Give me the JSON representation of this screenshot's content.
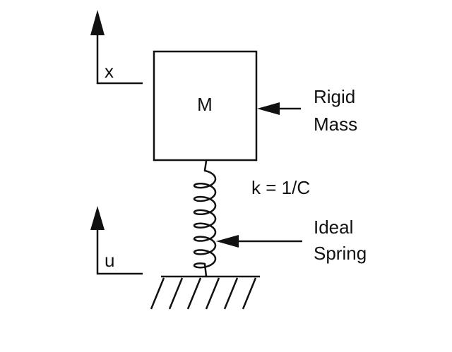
{
  "diagram": {
    "mass_label": "M",
    "x_label": "x",
    "u_label": "u",
    "stiffness_label": "k = 1/C",
    "rigid_mass_label_line1": "Rigid",
    "rigid_mass_label_line2": "Mass",
    "ideal_spring_label_line1": "Ideal",
    "ideal_spring_label_line2": "Spring"
  },
  "colors": {
    "ink": "#111111",
    "background": "#ffffff"
  }
}
